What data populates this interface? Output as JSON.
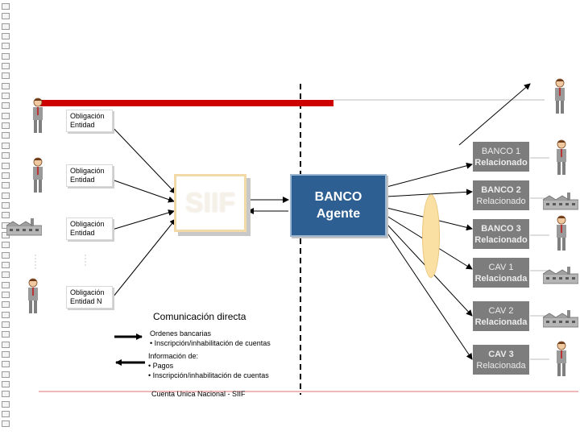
{
  "entities": [
    {
      "line1": "Obligación",
      "line2": "Entidad"
    },
    {
      "line1": "Obligación",
      "line2": "Entidad"
    },
    {
      "line1": "Obligación",
      "line2": "Entidad"
    },
    {
      "line1": "Obligación",
      "line2": "Entidad N"
    }
  ],
  "siif": {
    "label": "SIIF"
  },
  "agent": {
    "line1": "BANCO",
    "line2": "Agente"
  },
  "related": [
    {
      "line1": "BANCO 1",
      "line2": "Relacionado"
    },
    {
      "line1": "BANCO 2",
      "line2": "Relacionado"
    },
    {
      "line1": "BANCO 3",
      "line2": "Relacionado"
    },
    {
      "line1": "CAV 1",
      "line2": "Relacionada"
    },
    {
      "line1": "CAV 2",
      "line2": "Relacionada"
    },
    {
      "line1": "CAV 3",
      "line2": "Relacionada"
    }
  ],
  "legend": {
    "title": "Comunicación directa",
    "item1": {
      "line1": "Ordenes bancarias",
      "line2": "• Inscripción/inhabilitación de cuentas"
    },
    "item2": {
      "line1": "Información de:",
      "line2": "• Pagos",
      "line3": "• Inscripción/inhabilitación de cuentas"
    },
    "footer": "Cuenta Unica Nacional - SIIF"
  },
  "colors": {
    "agent": "#2e5f93",
    "related": "#7d7d7d",
    "bar": "#cc0000",
    "ellipse": "#fbe0a3"
  }
}
